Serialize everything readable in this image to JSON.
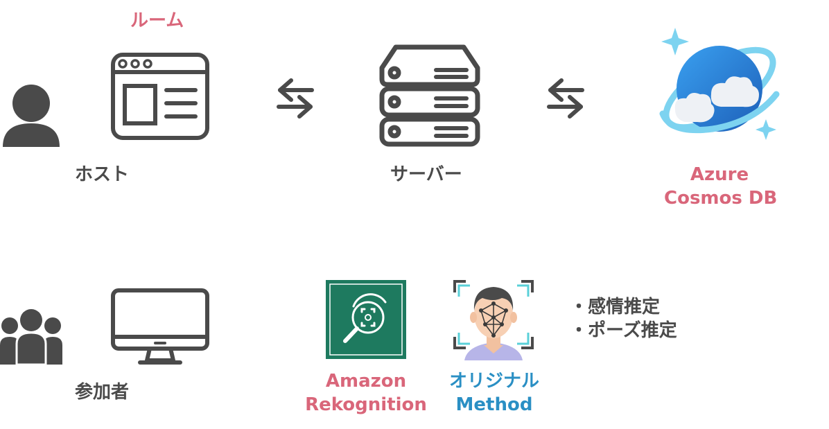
{
  "room_label": "ルーム",
  "host_label": "ホスト",
  "server_label": "サーバー",
  "db_label_line1": "Azure",
  "db_label_line2": "Cosmos DB",
  "participant_label": "参加者",
  "rekognition_line1": "Amazon",
  "rekognition_line2": "Rekognition",
  "original_line1": "オリジナル",
  "original_line2": "Method",
  "features": [
    "・感情推定",
    "・ポーズ推定"
  ],
  "colors": {
    "icon_gray": "#4a4a4a",
    "accent_pink": "#d9667a",
    "accent_blue": "#2a8fc4",
    "aws_green": "#1e7a5f",
    "azure_blue": "#2f86d6",
    "ring_cyan": "#7dd3f0"
  }
}
